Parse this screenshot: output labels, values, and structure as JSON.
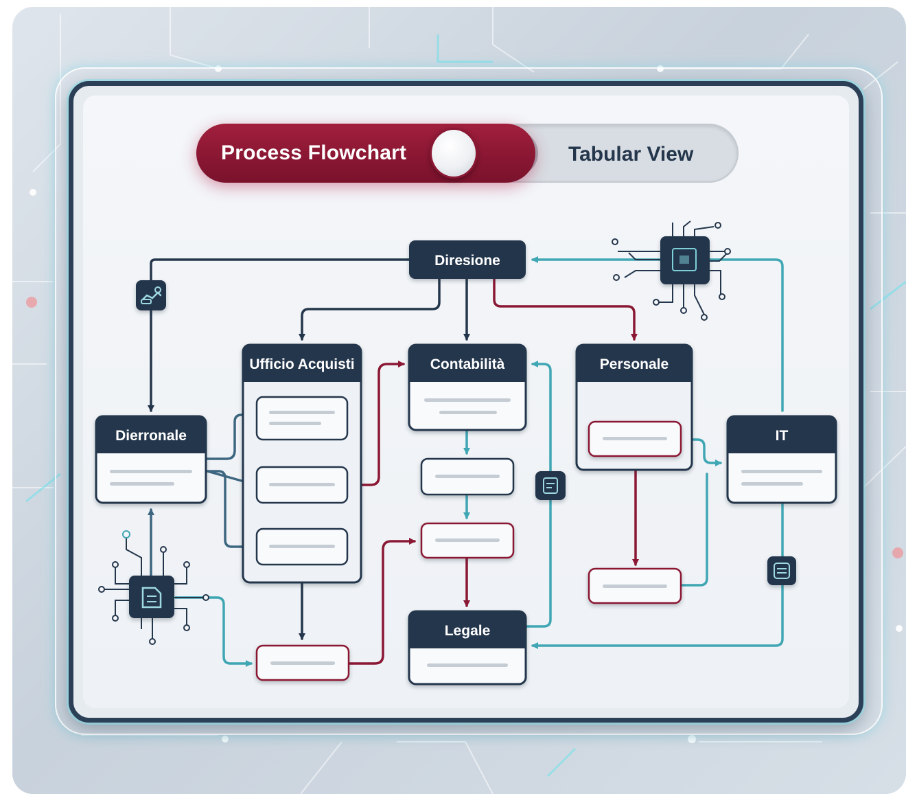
{
  "toggle": {
    "left_label": "Process Flowchart",
    "right_label": "Tabular View",
    "active": "left",
    "active_color": "#8a1733"
  },
  "nodes": {
    "direzione": "Diresione",
    "ufficio_acquisti": "Ufficio Acquisti",
    "contabilita": "Contabilità",
    "personale": "Personale",
    "dierronale": "Dierronale",
    "it": "IT",
    "legale": "Legale"
  },
  "colors": {
    "navy": "#24364b",
    "crimson": "#8a1733",
    "teal": "#3fa6b4",
    "panel_border": "#2b3f57"
  },
  "icons": [
    "handshake-icon",
    "chip-icon",
    "database-icon",
    "document-icon",
    "swap-icon"
  ]
}
